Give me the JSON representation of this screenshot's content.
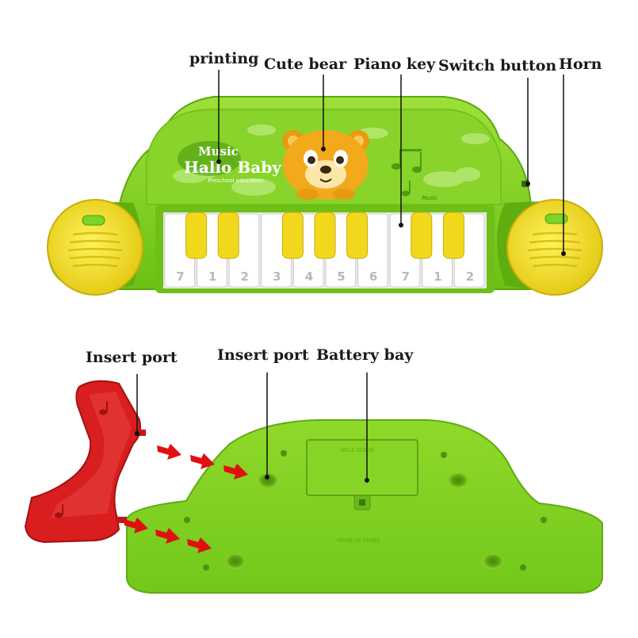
{
  "labels": {
    "printing": "printing",
    "cute_bear": "Cute bear",
    "piano_key": "Piano key",
    "switch_button": "Switch button",
    "horn": "Horn",
    "insert_port_left": "Insert port",
    "insert_port_center": "Insert port",
    "battery_bay": "Battery bay"
  },
  "toy_print": {
    "line1": "Music",
    "line2": "Hallo Baby",
    "line3": "Preschool education",
    "corner": "Music"
  },
  "key_numbers": [
    "7",
    "1",
    "2",
    "3",
    "4",
    "5",
    "6",
    "7",
    "1",
    "2"
  ],
  "back_panel": {
    "battery_model": "NO.2 AUDIO",
    "made_in": "MADE IN CHINA"
  },
  "colors": {
    "body_green": "#7fcf1e",
    "dark_green": "#5fae0f",
    "key_yellow": "#f2d81c",
    "speaker_yellow": "#f0e21a",
    "stand_red": "#d81e1e",
    "arrow_red": "#e01010"
  },
  "icons": [
    "bear-face",
    "music-note",
    "arrow-right"
  ]
}
